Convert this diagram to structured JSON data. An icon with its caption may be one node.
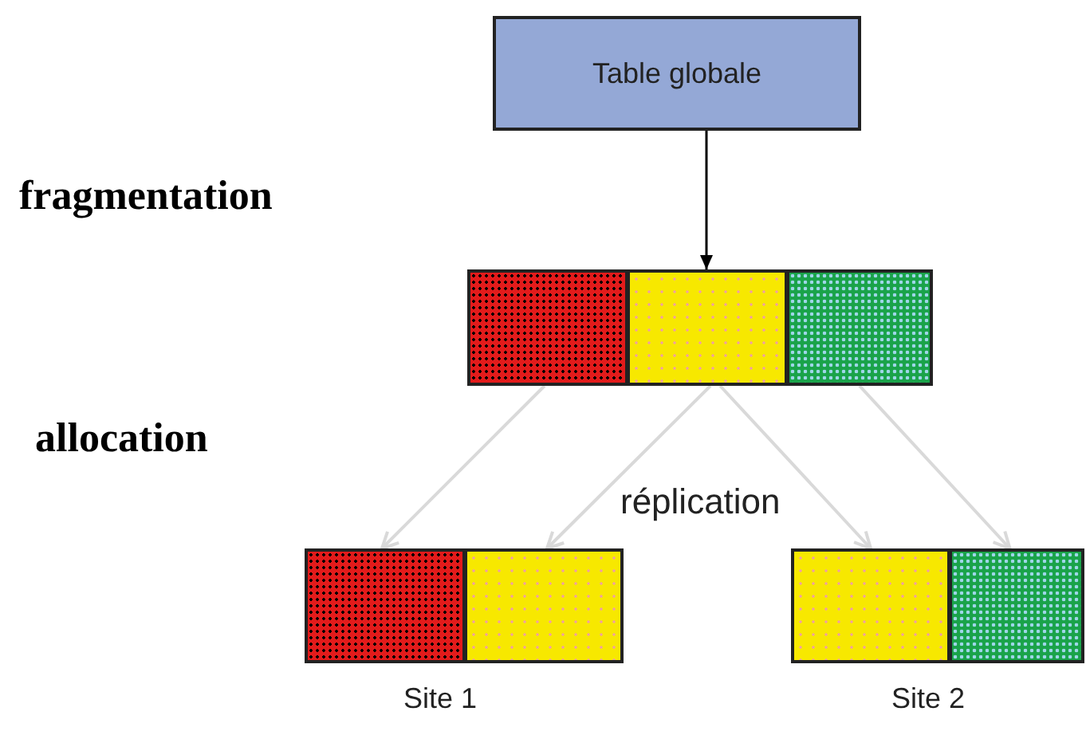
{
  "diagram": {
    "nodes": [
      {
        "text": [
          "Table globale"
        ]
      },
      {
        "text": [],
        "shape": "box"
      },
      {
        "text": [],
        "shape": "box"
      },
      {
        "text": [],
        "shape": "box"
      },
      {
        "text": [],
        "shape": "box"
      },
      {
        "text": [],
        "shape": "box"
      },
      {
        "text": [],
        "shape": "box"
      },
      {
        "text": [],
        "shape": "box"
      }
    ],
    "edges": [
      {
        "from": 0,
        "to": 2,
        "arrow": "to",
        "color": "#000000"
      },
      {
        "from": 1,
        "to": 4,
        "arrow": "to"
      },
      {
        "from": 2,
        "to": 5,
        "arrow": "to"
      },
      {
        "from": 2,
        "to": 6,
        "arrow": "to"
      },
      {
        "from": 3,
        "to": 7,
        "arrow": "to"
      }
    ],
    "labels": [
      "fragmentation",
      "allocation",
      "réplication",
      "Site 1",
      "Site 2"
    ]
  }
}
